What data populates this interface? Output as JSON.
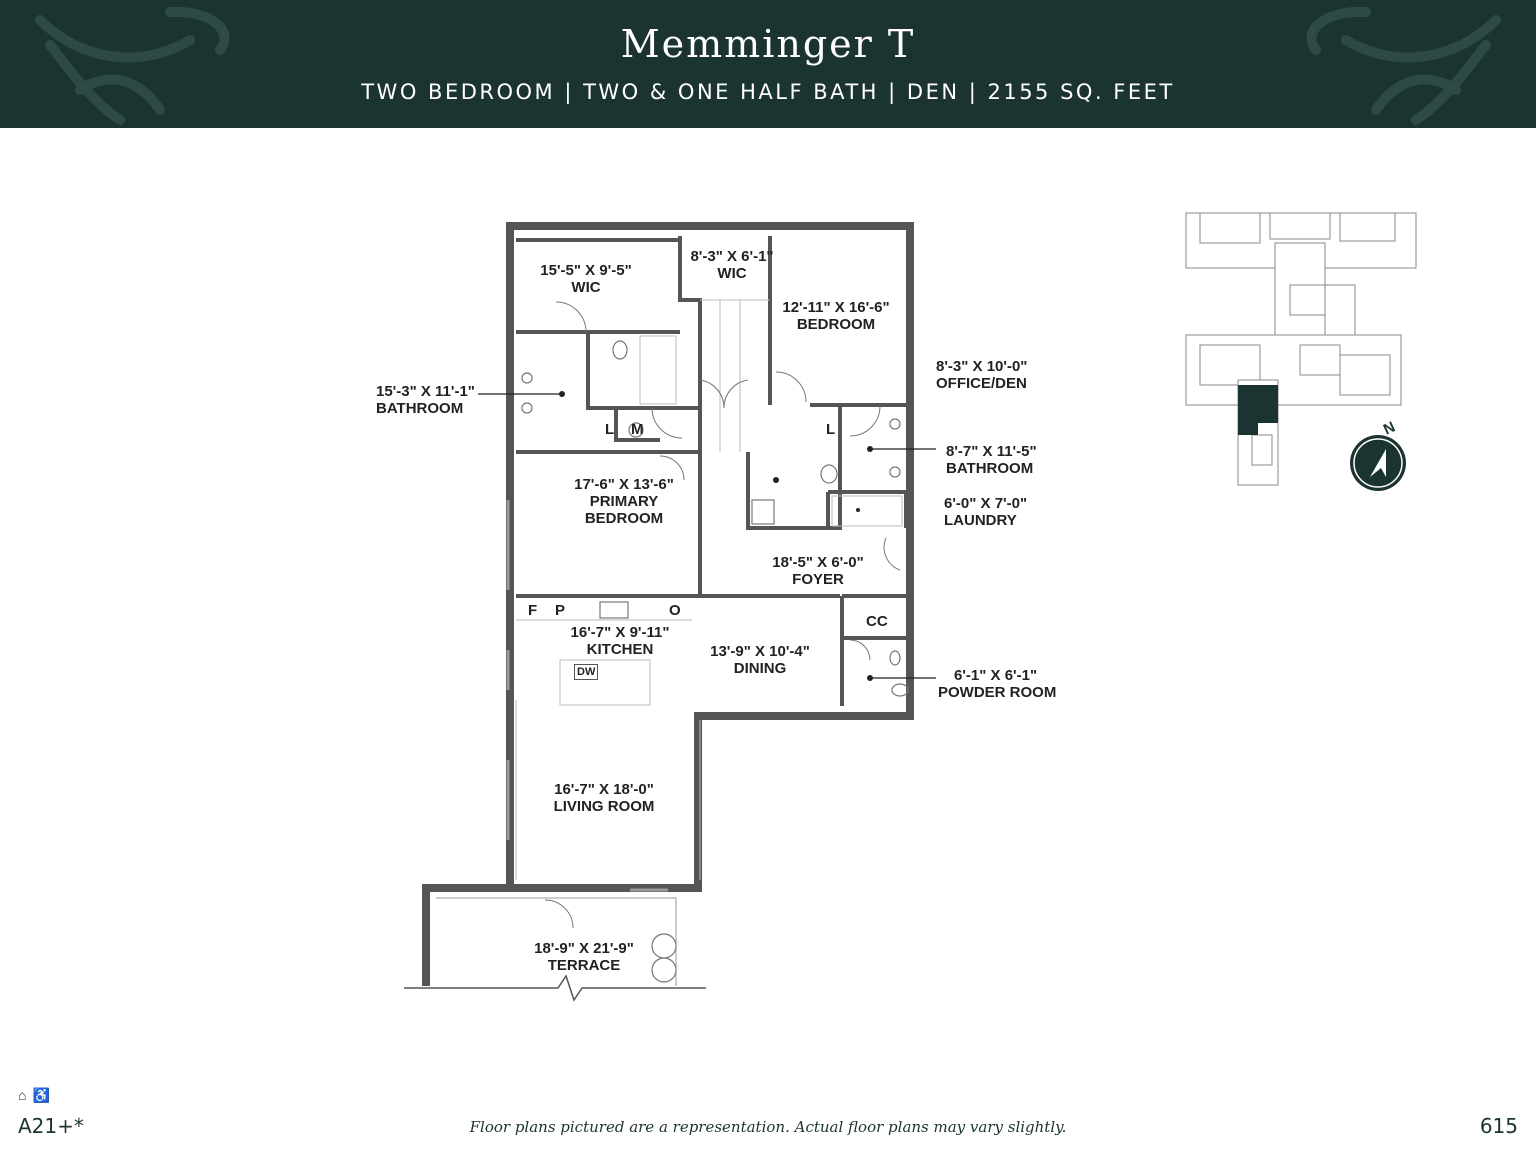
{
  "header": {
    "title": "Memminger T",
    "subtitle": "TWO BEDROOM | TWO & ONE HALF BATH | DEN | 2155 SQ. FEET"
  },
  "rooms": {
    "wic_primary": {
      "dims": "15'-5\" X 9'-5\"",
      "name": "WIC"
    },
    "wic_second": {
      "dims": "8'-3\" X 6'-1\"",
      "name": "WIC"
    },
    "bedroom": {
      "dims": "12'-11\" X 16'-6\"",
      "name": "BEDROOM"
    },
    "office": {
      "dims": "8'-3\" X 10'-0\"",
      "name": "OFFICE/DEN"
    },
    "bathroom_primary": {
      "dims": "15'-3\" X 11'-1\"",
      "name": "BATHROOM"
    },
    "bathroom_second": {
      "dims": "8'-7\" X 11'-5\"",
      "name": "BATHROOM"
    },
    "laundry": {
      "dims": "6'-0\" X 7'-0\"",
      "name": "LAUNDRY"
    },
    "primary_bedroom": {
      "dims": "17'-6\" X 13'-6\"",
      "name_line1": "PRIMARY",
      "name_line2": "BEDROOM"
    },
    "foyer": {
      "dims": "18'-5\" X 6'-0\"",
      "name": "FOYER"
    },
    "kitchen": {
      "dims": "16'-7\" X 9'-11\"",
      "name": "KITCHEN"
    },
    "dining": {
      "dims": "13'-9\" X 10'-4\"",
      "name": "DINING"
    },
    "powder": {
      "dims": "6'-1\" X 6'-1\"",
      "name": "POWDER ROOM"
    },
    "living": {
      "dims": "16'-7\" X 18'-0\"",
      "name": "LIVING ROOM"
    },
    "terrace": {
      "dims": "18'-9\" X 21'-9\"",
      "name": "TERRACE"
    }
  },
  "keys": {
    "linen1": "L",
    "mech": "M",
    "linen2": "L",
    "fridge": "F",
    "pantry": "P",
    "oven": "O",
    "coat_closet": "CC",
    "dishwasher": "DW"
  },
  "compass": {
    "north_label": "N"
  },
  "colors": {
    "header_bg": "#1c3431",
    "wall": "#555555",
    "highlight": "#1c3431"
  },
  "icons": [
    "equal-housing-icon",
    "accessibility-icon",
    "north-arrow-icon"
  ],
  "footer": {
    "note": "Floor plans pictured are a representation. Actual floor plans may vary slightly.",
    "unit_code": "A21+*",
    "page_number": "615"
  }
}
